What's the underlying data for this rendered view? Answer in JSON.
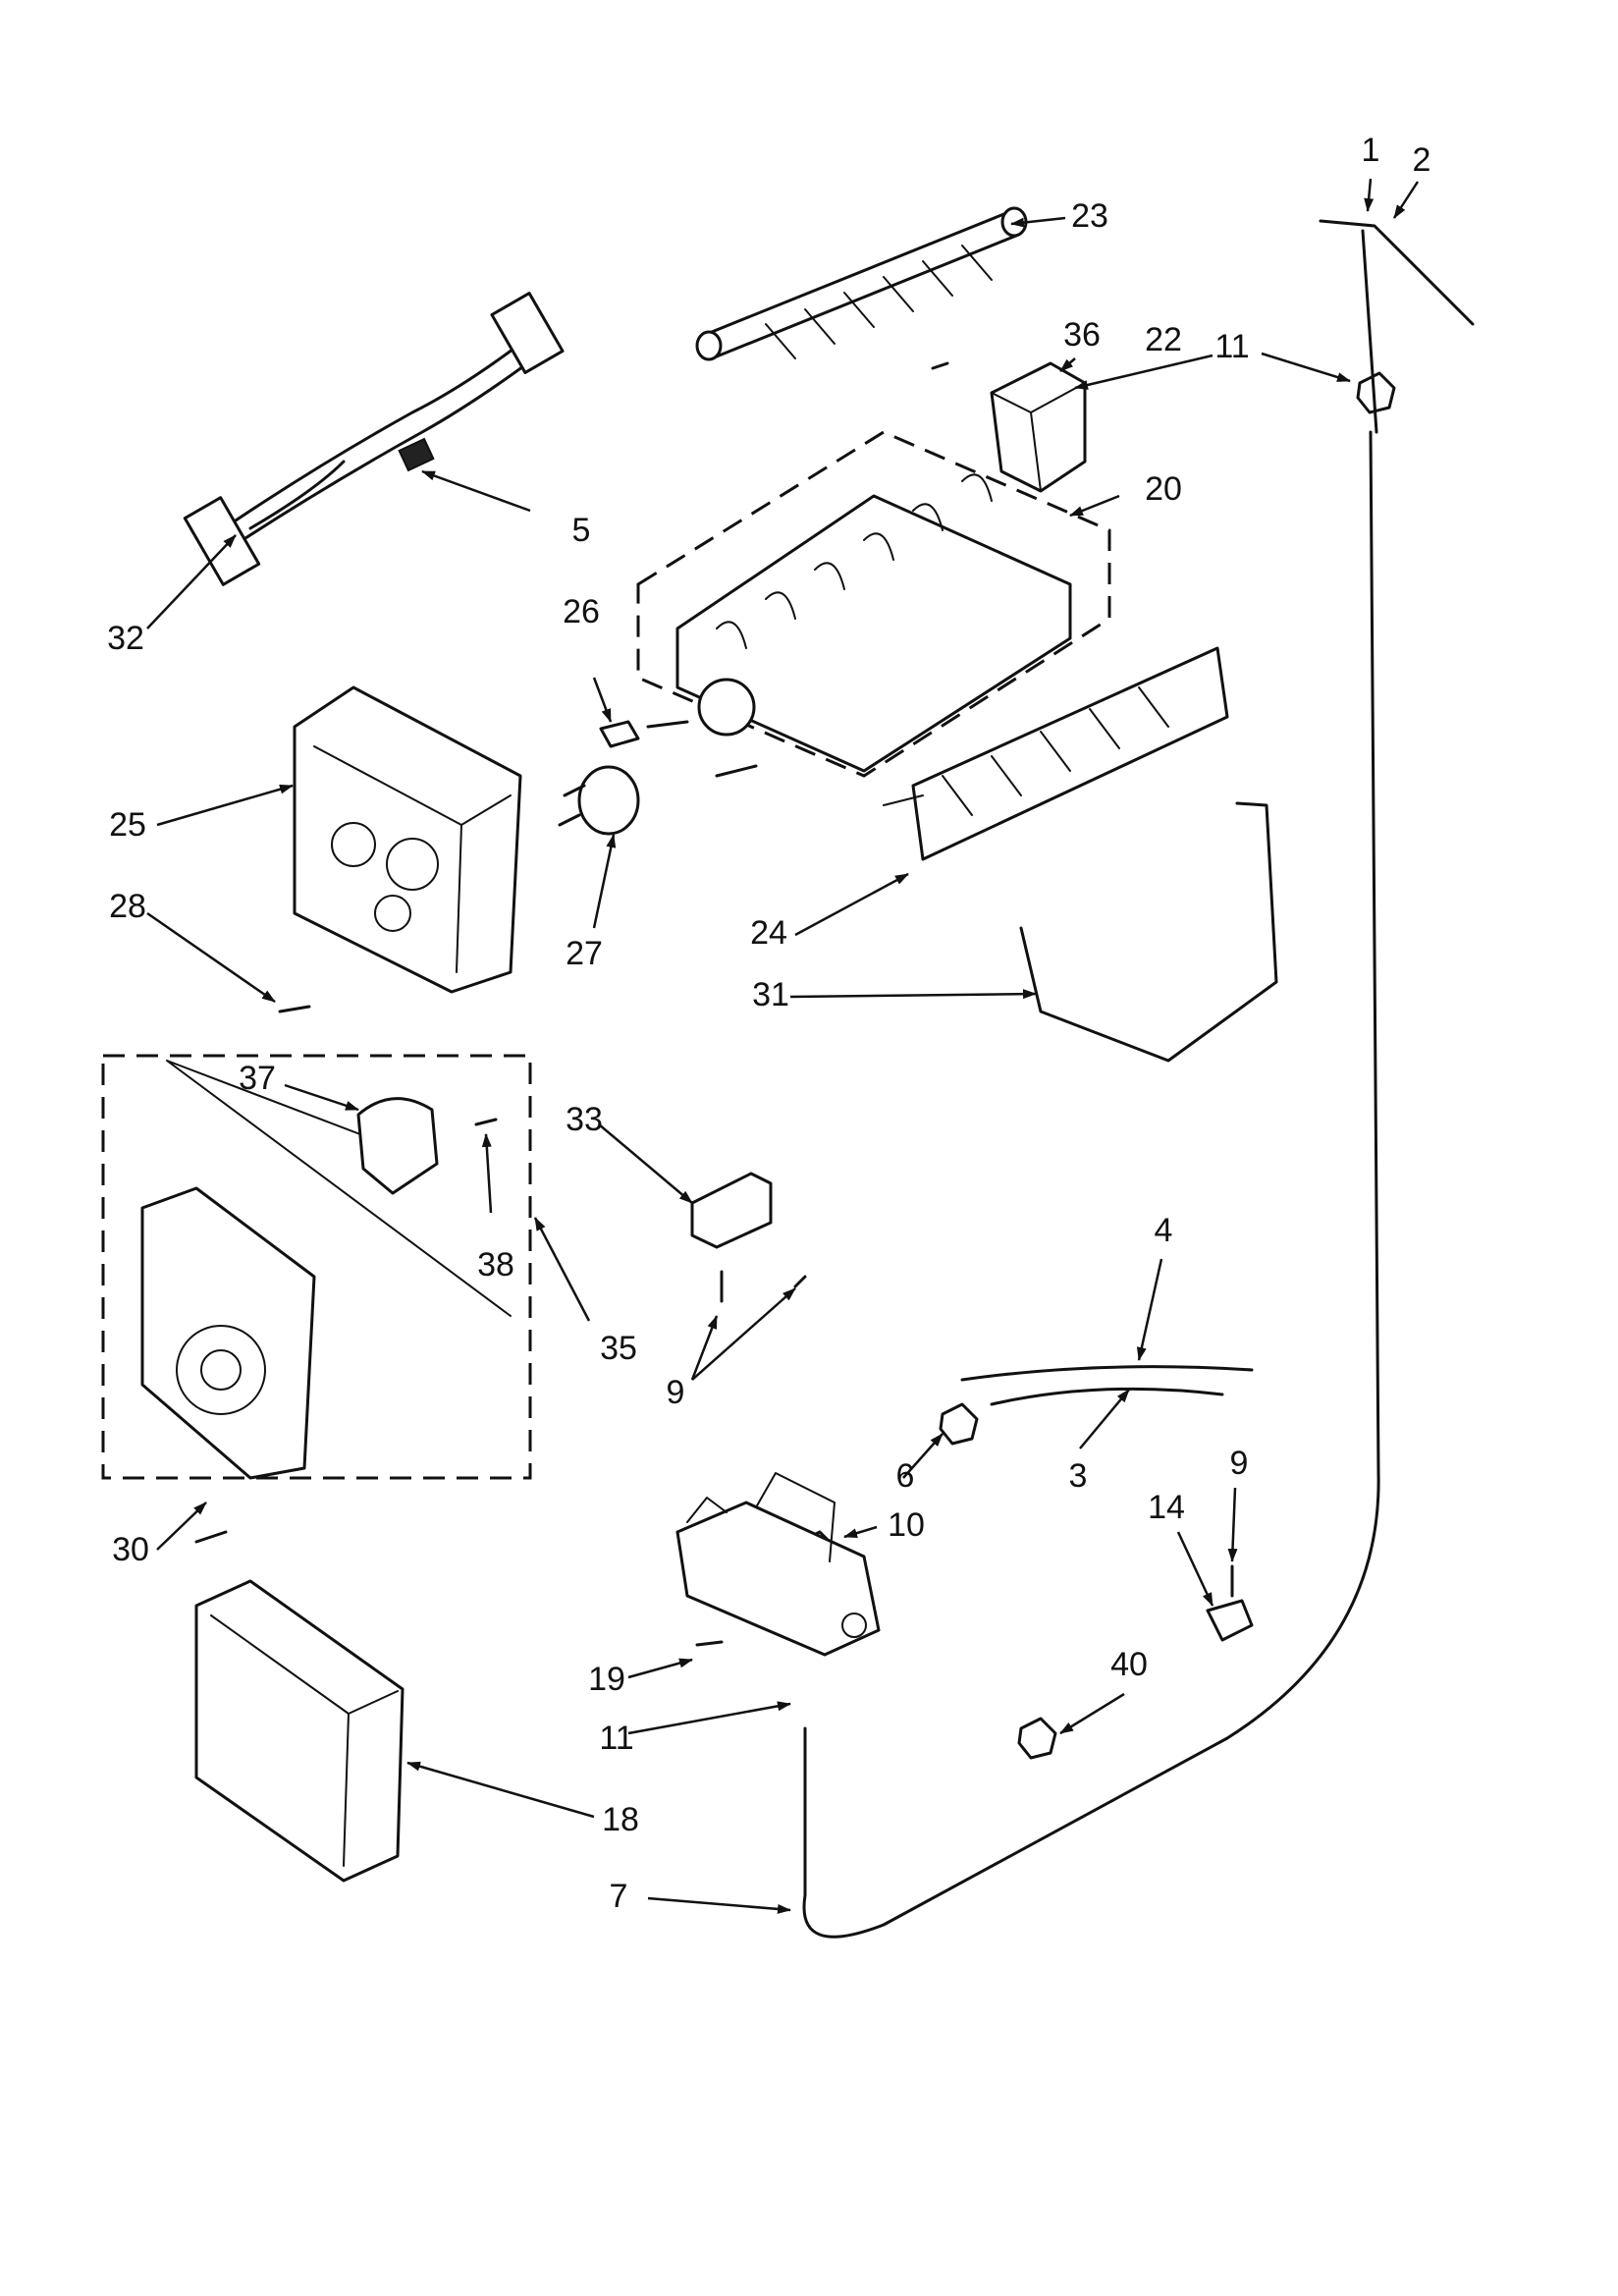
{
  "labels": [
    {
      "id": "1",
      "text": "1"
    },
    {
      "id": "2",
      "text": "2"
    },
    {
      "id": "3",
      "text": "3"
    },
    {
      "id": "4",
      "text": "4"
    },
    {
      "id": "5",
      "text": "5"
    },
    {
      "id": "6",
      "text": "6"
    },
    {
      "id": "7",
      "text": "7"
    },
    {
      "id": "9a",
      "text": "9"
    },
    {
      "id": "9b",
      "text": "9"
    },
    {
      "id": "10",
      "text": "10"
    },
    {
      "id": "11a",
      "text": "11"
    },
    {
      "id": "11b",
      "text": "11"
    },
    {
      "id": "14",
      "text": "14"
    },
    {
      "id": "18",
      "text": "18"
    },
    {
      "id": "19",
      "text": "19"
    },
    {
      "id": "20",
      "text": "20"
    },
    {
      "id": "22",
      "text": "22"
    },
    {
      "id": "23",
      "text": "23"
    },
    {
      "id": "24",
      "text": "24"
    },
    {
      "id": "25",
      "text": "25"
    },
    {
      "id": "26",
      "text": "26"
    },
    {
      "id": "27",
      "text": "27"
    },
    {
      "id": "28",
      "text": "28"
    },
    {
      "id": "30",
      "text": "30"
    },
    {
      "id": "31",
      "text": "31"
    },
    {
      "id": "32",
      "text": "32"
    },
    {
      "id": "33",
      "text": "33"
    },
    {
      "id": "35",
      "text": "35"
    },
    {
      "id": "36",
      "text": "36"
    },
    {
      "id": "37",
      "text": "37"
    },
    {
      "id": "38",
      "text": "38"
    },
    {
      "id": "40",
      "text": "40"
    }
  ]
}
